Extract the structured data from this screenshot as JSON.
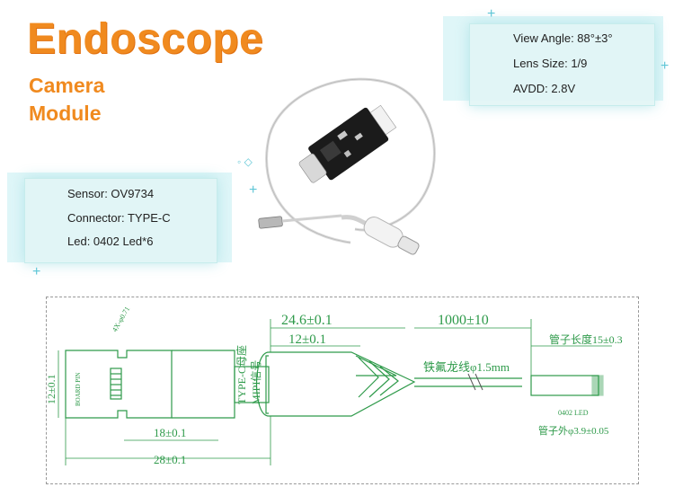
{
  "header": {
    "title": "Endoscope",
    "subtitle_line1": "Camera",
    "subtitle_line2": "Module"
  },
  "spec_right": {
    "view_angle": "View Angle: 88°±3°",
    "lens_size": "Lens Size: 1/9",
    "avdd": "AVDD: 2.8V"
  },
  "spec_left": {
    "sensor": "Sensor: OV9734",
    "connector": "Connector: TYPE-C",
    "led": "Led: 0402 Led*6"
  },
  "drawing": {
    "dim_total_top": "24.6±0.1",
    "dim_inner_top": "12±0.1",
    "dim_cable_length": "1000±10",
    "dim_tube_length": "管子长度15±0.3",
    "cable_label": "铁氟龙线φ1.5mm",
    "dim_height": "12±0.1",
    "dim_bottom_inner": "18±0.1",
    "dim_bottom_total": "28±0.1",
    "tube_diameter": "管子外φ3.9±0.05",
    "led_label": "0402 LED",
    "typec_label": "TYPE-C母座",
    "mipi_label": "MIPI信号",
    "hole_label": "4X-φ0.71",
    "connector_label": "BOARD PIN"
  },
  "colors": {
    "accent": "#f08a1f",
    "drawing_green": "#2e9a4a",
    "spec_box": "#e1f5f5"
  }
}
